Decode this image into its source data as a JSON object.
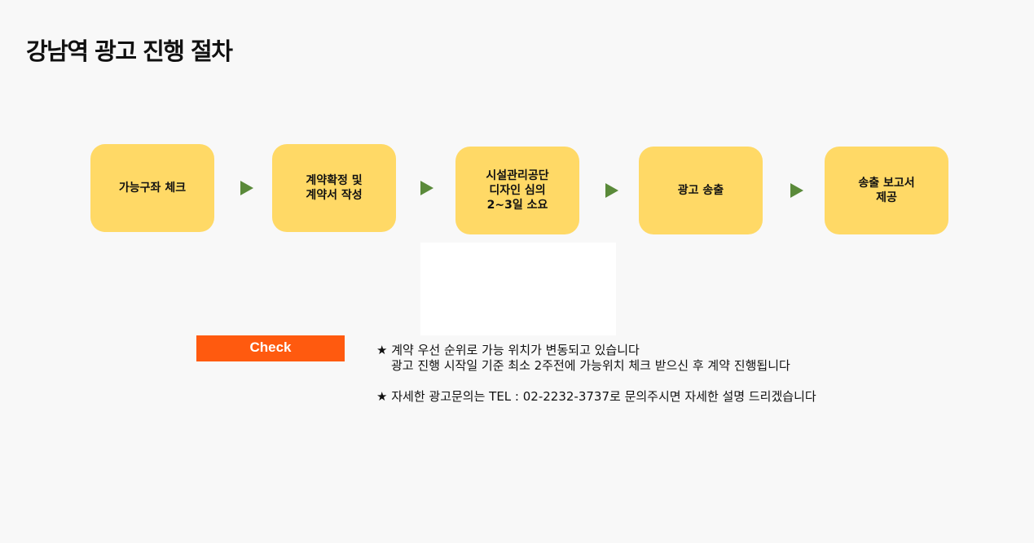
{
  "page": {
    "title": "강남역 광고 진행 절차"
  },
  "steps": [
    {
      "label": "가능구좌 체크"
    },
    {
      "label": "계약확정 및\n계약서 작성"
    },
    {
      "label": "시설관리공단\n디자인 심의\n2~3일 소요"
    },
    {
      "label": "광고 송출"
    },
    {
      "label": "송출 보고서\n제공"
    }
  ],
  "check_button": {
    "label": "Check"
  },
  "notices": {
    "star_glyph": "★",
    "line1": " 계약 우선 순위로 가능 위치가 변동되고 있습니다",
    "line2": "광고 진행 시작일 기준 최소 2주전에 가능위치 체크 받으신 후 계약 진행됩니다",
    "line3": " 자세한 광고문의는 TEL : 02-2232-3737로 문의주시면 자세한 설명 드리겠습니다"
  },
  "colors": {
    "step_fill": "#ffd966",
    "arrow": "#5a8a3a",
    "button": "#ff5a0f",
    "background": "#f8f8f8"
  }
}
